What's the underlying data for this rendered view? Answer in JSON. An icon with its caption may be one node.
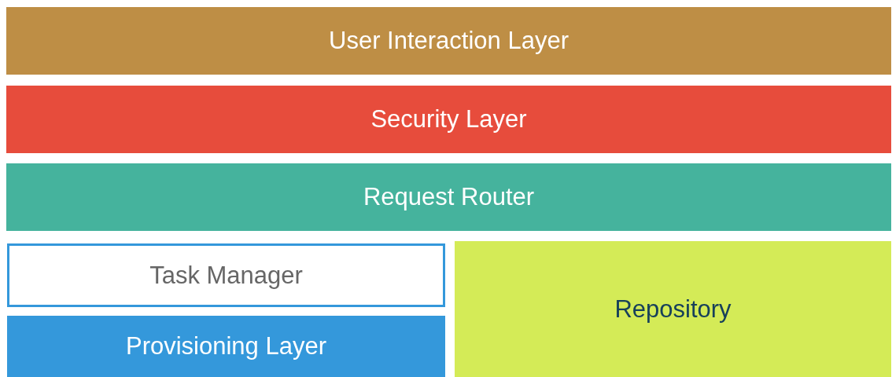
{
  "diagram": {
    "nodes": [
      {
        "text": [
          "User Interaction Layer"
        ]
      },
      {
        "text": [
          "Security Layer"
        ]
      },
      {
        "text": [
          "Request Router"
        ]
      },
      {
        "text": [
          "Task Manager"
        ]
      },
      {
        "text": [
          "Provisioning Layer"
        ]
      },
      {
        "text": [
          "Repository"
        ]
      }
    ]
  }
}
